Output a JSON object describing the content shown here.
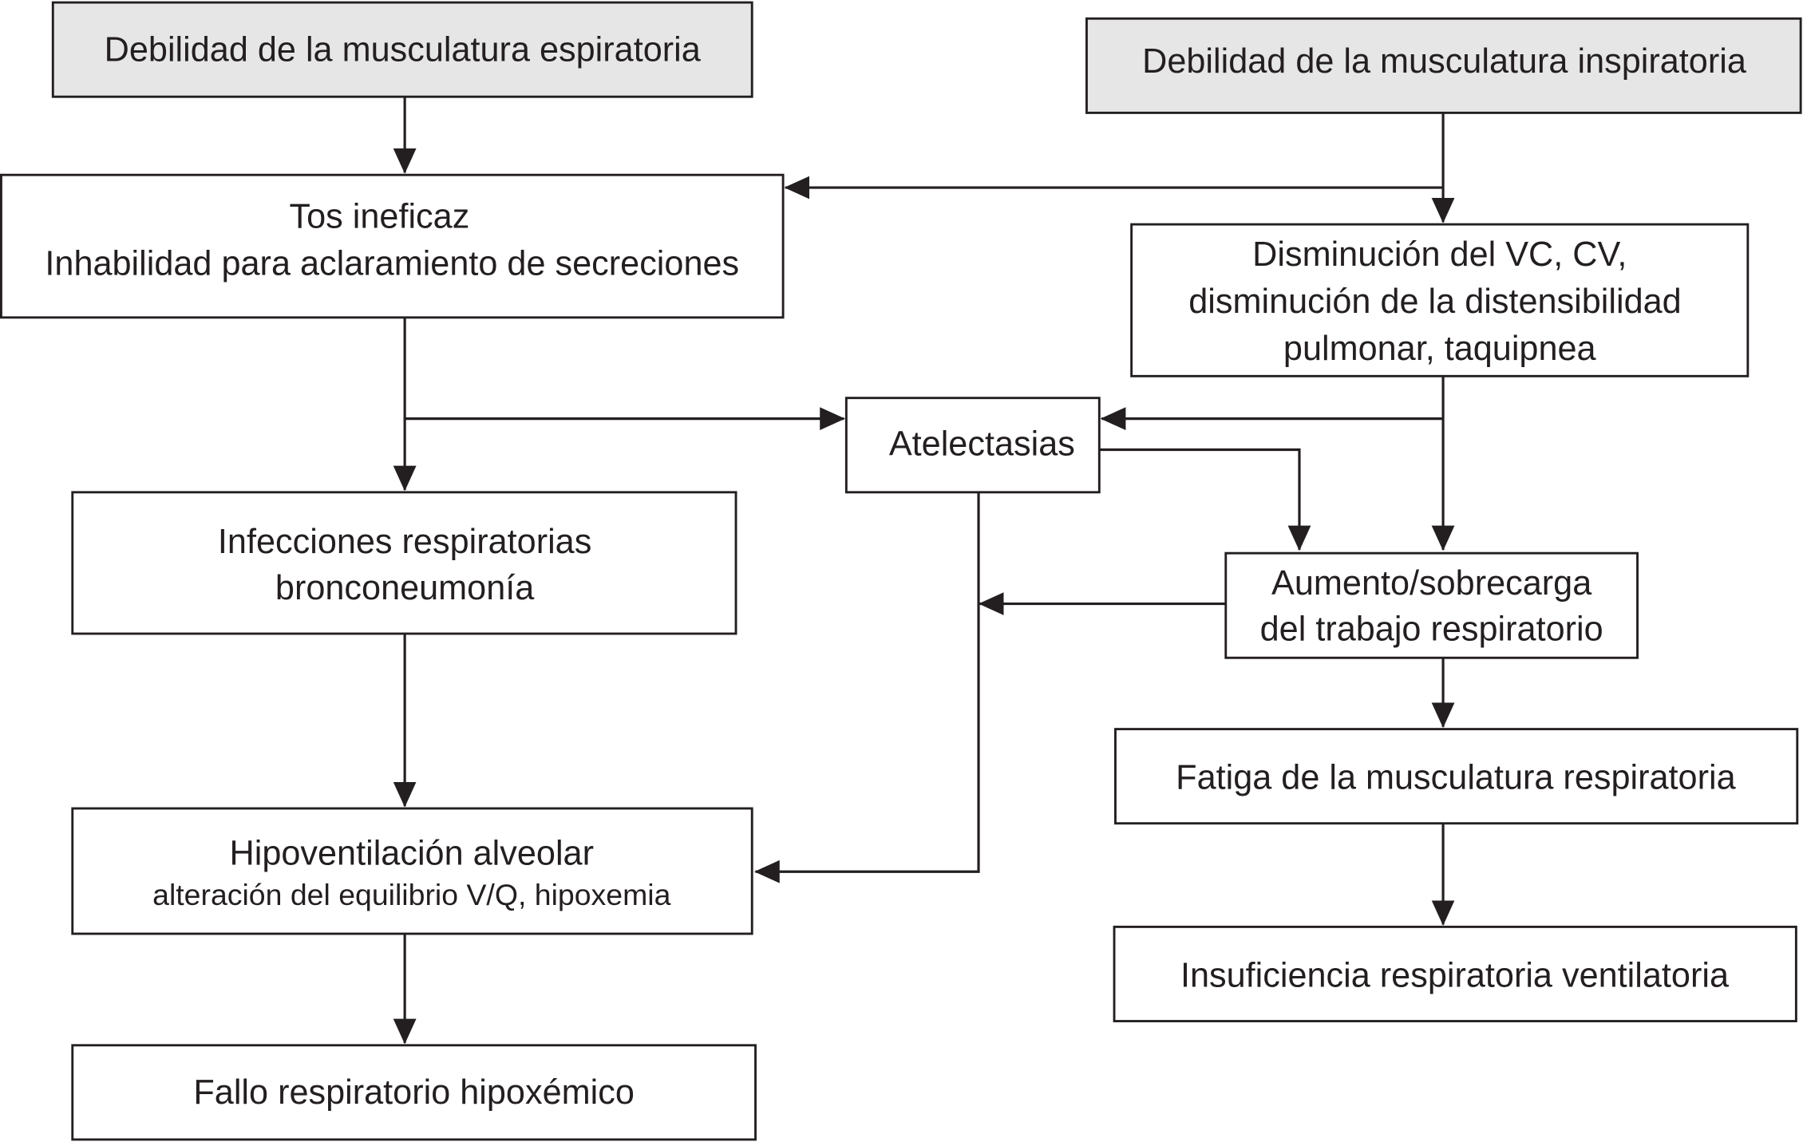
{
  "nodes": {
    "espiratoria": {
      "lines": [
        "Debilidad de la musculatura espiratoria"
      ]
    },
    "inspiratoria": {
      "lines": [
        "Debilidad de la musculatura inspiratoria"
      ]
    },
    "tos": {
      "lines": [
        "Tos ineficaz",
        "Inhabilidad para aclaramiento de secreciones"
      ]
    },
    "disminucion": {
      "lines": [
        "Disminución del VC, CV,",
        "disminución de la distensibilidad",
        "pulmonar, taquipnea"
      ]
    },
    "atelectasias": {
      "lines": [
        "Atelectasias"
      ]
    },
    "infecciones": {
      "lines": [
        "Infecciones respiratorias",
        "bronconeumonía"
      ]
    },
    "aumento": {
      "lines": [
        "Aumento/sobrecarga",
        "del trabajo respiratorio"
      ]
    },
    "fatiga": {
      "lines": [
        "Fatiga de la musculatura respiratoria"
      ]
    },
    "hipoventilacion": {
      "lines": [
        "Hipoventilación alveolar",
        "alteración del equilibrio V/Q, hipoxemia"
      ]
    },
    "insuficiencia": {
      "lines": [
        "Insuficiencia respiratoria ventilatoria"
      ]
    },
    "fallo": {
      "lines": [
        "Fallo respiratorio hipoxémico"
      ]
    }
  },
  "edges": [
    [
      "espiratoria",
      "tos"
    ],
    [
      "inspiratoria",
      "tos"
    ],
    [
      "inspiratoria",
      "disminucion"
    ],
    [
      "tos",
      "infecciones"
    ],
    [
      "tos",
      "atelectasias"
    ],
    [
      "disminucion",
      "atelectasias"
    ],
    [
      "disminucion",
      "aumento"
    ],
    [
      "atelectasias",
      "aumento"
    ],
    [
      "atelectasias",
      "hipoventilacion"
    ],
    [
      "aumento",
      "hipoventilacion"
    ],
    [
      "infecciones",
      "hipoventilacion"
    ],
    [
      "aumento",
      "fatiga"
    ],
    [
      "fatiga",
      "insuficiencia"
    ],
    [
      "hipoventilacion",
      "fallo"
    ]
  ],
  "colors": {
    "stroke": "#231f20",
    "header_fill": "#e6e6e6"
  }
}
